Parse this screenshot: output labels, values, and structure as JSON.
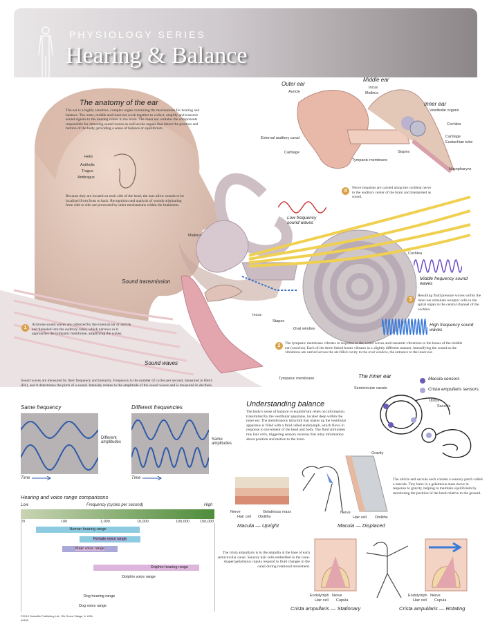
{
  "header": {
    "series": "PHYSIOLOGY SERIES",
    "title": "Hearing & Balance"
  },
  "anatomy": {
    "title": "The anatomy of the ear",
    "intro": "The ear is a highly sensitive, complex organ containing the mechanisms for hearing and balance. The outer, middle and inner ear work together to collect, amplify and transmit sound signals to the hearing center in the brain. The inner ear contains the components responsible for detecting sound waves as well as the organs that detect the position and motion of the body, providing a sense of balance or equilibrium.",
    "pinna_labels": [
      "Helix",
      "Antihelix",
      "Tragus",
      "Antitragus"
    ],
    "location_text": "Because they are located on each side of the head, the ears allow sounds to be localized from front to back. Recognition and analysis of sounds originating from side to side are processed by other mechanisms within the brainstem."
  },
  "ear_diagram": {
    "outer_ear": "Outer ear",
    "middle_ear": "Middle ear",
    "inner_ear": "Inner ear",
    "labels": [
      "Auricle",
      "Incus",
      "Malleus",
      "Vestibular organs",
      "Cochlea",
      "External auditory canal",
      "Cartilage",
      "Cartilage",
      "Eustachian tube",
      "Stapes",
      "Tympanic membrane",
      "Nasopharynx"
    ]
  },
  "transmission": {
    "sound_transmission": "Sound transmission",
    "sound_waves": "Sound waves",
    "malleus": "Malleus",
    "incus": "Incus",
    "stapes": "Stapes",
    "oval_window": "Oval window",
    "cochlea": "Cochlea",
    "tympanic_membrane": "Tympanic membrane",
    "low_freq": "Low frequency sound waves",
    "middle_freq": "Middle frequency sound waves",
    "high_freq": "High frequency sound waves",
    "step1": "Airborne sound waves are collected by the external ear or auricle and funneled into the auditory canal, which narrows as it approaches the tympanic membrane, amplifying the waves.",
    "step2": "The tympanic membrane vibrates in response to the sound waves and transmits vibrations to the bones of the middle ear (ossicles). Each of the three linked bones vibrates in a slightly different manner, intensifying the sound as the vibrations are carried across the air-filled cavity to the oval window, the entrance to the inner ear.",
    "step3": "Resulting fluid pressure waves within the inner ear stimulate receptor cells in the spiral organ in the central channel of the cochlea.",
    "step4": "Nerve impulses are carried along the cochlear nerve to the auditory center of the brain and interpreted as sound."
  },
  "waves": {
    "intro": "Sound waves are measured by their frequency and intensity. Frequency is the number of cycles per second, measured in Hertz (Hz), and it determines the pitch of a sound. Intensity relates to the amplitude of the sound waves and is measured in decibels.",
    "same_frequency": "Same frequency",
    "different_frequencies": "Different frequencies",
    "different_amplitudes": "Different amplitudes",
    "same_amplitudes": "Same amplitudes",
    "time": "Time"
  },
  "range": {
    "title": "Hearing and voice range comparisons",
    "low": "Low",
    "high": "High",
    "axis_label": "Frequency (cycles per second)",
    "ticks": [
      "20",
      "100",
      "1,000",
      "10,000",
      "100,000",
      "150,000"
    ],
    "bars": [
      {
        "label": "Human hearing range",
        "color": "#8ccbe0"
      },
      {
        "label": "Female voice range",
        "color": "#8ccbe0"
      },
      {
        "label": "Male voice range",
        "color": "#8ccbe0"
      },
      {
        "label": "Dolphin hearing range",
        "color": "#a9a8d8"
      },
      {
        "label": "Dolphin voice range",
        "color": "#a9a8d8"
      },
      {
        "label": "Dog hearing range",
        "color": "#dcb6dc"
      },
      {
        "label": "Dog voice range",
        "color": "#dcb6dc"
      }
    ]
  },
  "inner_ear": {
    "title": "The inner ear",
    "labels": [
      "Semicircular canals",
      "Utricle",
      "Saccule"
    ],
    "legend": [
      "Macula sensors",
      "Crista ampullaris sensors"
    ]
  },
  "balance": {
    "title": "Understanding balance",
    "text": "The body's sense of balance or equilibrium relies on information transmitted by the vestibular apparatus, located deep within the inner ear. The membranous labyrinth that makes up the vestibular apparatus is filled with a fluid called endolymph, which flows in response to movement of the head and body. The fluid stimulates tiny hair cells, triggering sensory neurons that relay information about position and motion to the brain.",
    "macula_text": "The utricle and saccule each contain a sensory patch called a macula. Tiny hairs in a gelatinous mass move in response to gravity, helping to maintain equilibrium by monitoring the position of the head relative to the ground.",
    "crista_text": "The crista ampullaris is in the ampulla at the base of each semicircular canal. Sensory hair cells embedded in the cone-shaped gelatinous cupula respond to fluid changes in the canal during rotational movement.",
    "macula_labels": [
      "Nerve",
      "Gelatinous mass",
      "Hair cell",
      "Otoliths",
      "Gravity"
    ],
    "crista_labels": [
      "Endolymph",
      "Nerve",
      "Hair cell",
      "Cupula"
    ],
    "macula_upright": "Macula — Upright",
    "macula_displaced": "Macula — Displaced",
    "crista_stationary": "Crista ampullaris — Stationary",
    "crista_rotating": "Crista ampullaris — Rotating"
  },
  "footer": {
    "copyright": "©2010 Scientific Publishing Ltd., Elk Grove Village, IL USA",
    "code": "#9150"
  },
  "colors": {
    "yellow_nerve": "#f0d050",
    "skin": "#e8c4b0",
    "pink": "#d8a0a8",
    "accent_step": "#d8a24a"
  }
}
